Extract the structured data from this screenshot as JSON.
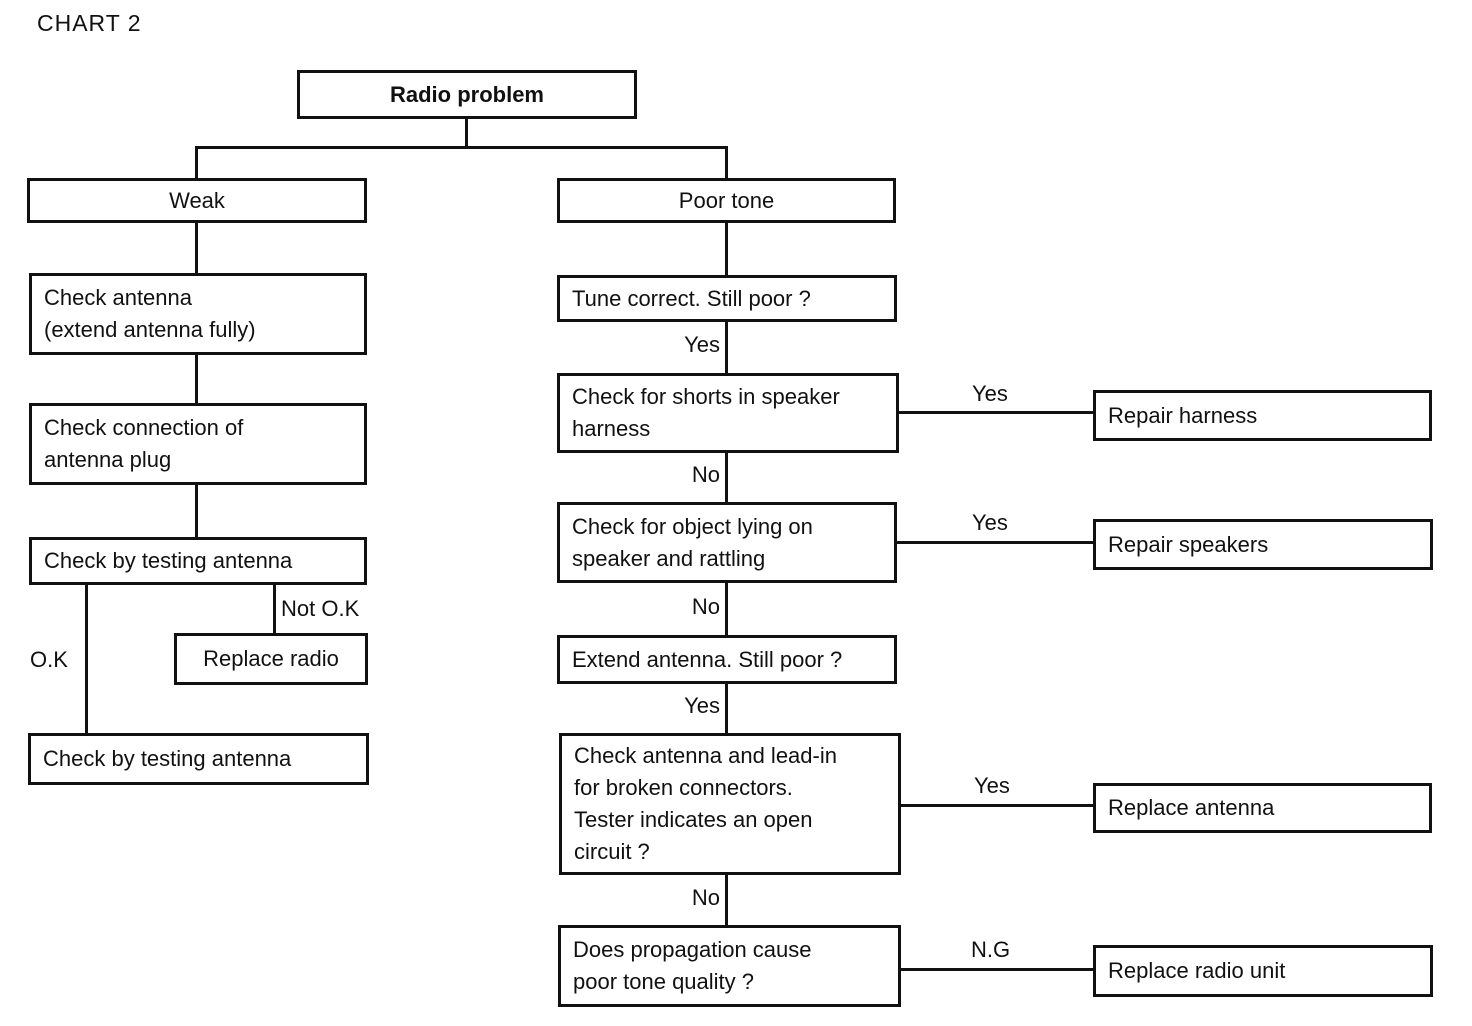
{
  "title": "CHART 2",
  "colors": {
    "line": "#111111",
    "box_border": "#111111",
    "background": "#ffffff",
    "text": "#111111"
  },
  "nodes": {
    "radio_problem": {
      "label": "Radio problem"
    },
    "weak": {
      "label": "Weak"
    },
    "check_antenna": {
      "label": "Check antenna\n(extend antenna fully)"
    },
    "check_connection": {
      "label": "Check connection of\nantenna plug"
    },
    "check_testing_1": {
      "label": "Check by testing antenna"
    },
    "replace_radio": {
      "label": "Replace radio"
    },
    "check_testing_2": {
      "label": "Check by testing antenna"
    },
    "poor_tone": {
      "label": "Poor tone"
    },
    "tune_correct": {
      "label": "Tune correct. Still poor ?"
    },
    "check_shorts": {
      "label": "Check for shorts in speaker\nharness"
    },
    "check_object": {
      "label": "Check for object lying on\nspeaker and rattling"
    },
    "extend_antenna": {
      "label": "Extend antenna. Still poor ?"
    },
    "check_leadin": {
      "label": "Check antenna and lead-in\nfor broken connectors.\nTester indicates an open\ncircuit ?"
    },
    "propagation": {
      "label": "Does propagation cause\npoor tone quality ?"
    },
    "repair_harness": {
      "label": "Repair harness"
    },
    "repair_speakers": {
      "label": "Repair speakers"
    },
    "replace_antenna": {
      "label": "Replace antenna"
    },
    "replace_radio_unit": {
      "label": "Replace radio unit"
    }
  },
  "edges": [
    {
      "from": "radio_problem",
      "to": "weak",
      "label": ""
    },
    {
      "from": "radio_problem",
      "to": "poor_tone",
      "label": ""
    },
    {
      "from": "weak",
      "to": "check_antenna",
      "label": ""
    },
    {
      "from": "check_antenna",
      "to": "check_connection",
      "label": ""
    },
    {
      "from": "check_connection",
      "to": "check_testing_1",
      "label": ""
    },
    {
      "from": "check_testing_1",
      "to": "check_testing_2",
      "label": "O.K"
    },
    {
      "from": "check_testing_1",
      "to": "replace_radio",
      "label": "Not O.K"
    },
    {
      "from": "poor_tone",
      "to": "tune_correct",
      "label": ""
    },
    {
      "from": "tune_correct",
      "to": "check_shorts",
      "label": "Yes"
    },
    {
      "from": "check_shorts",
      "to": "repair_harness",
      "label": "Yes"
    },
    {
      "from": "check_shorts",
      "to": "check_object",
      "label": "No"
    },
    {
      "from": "check_object",
      "to": "repair_speakers",
      "label": "Yes"
    },
    {
      "from": "check_object",
      "to": "extend_antenna",
      "label": "No"
    },
    {
      "from": "extend_antenna",
      "to": "check_leadin",
      "label": "Yes"
    },
    {
      "from": "check_leadin",
      "to": "replace_antenna",
      "label": "Yes"
    },
    {
      "from": "check_leadin",
      "to": "propagation",
      "label": "No"
    },
    {
      "from": "propagation",
      "to": "replace_radio_unit",
      "label": "N.G"
    }
  ]
}
